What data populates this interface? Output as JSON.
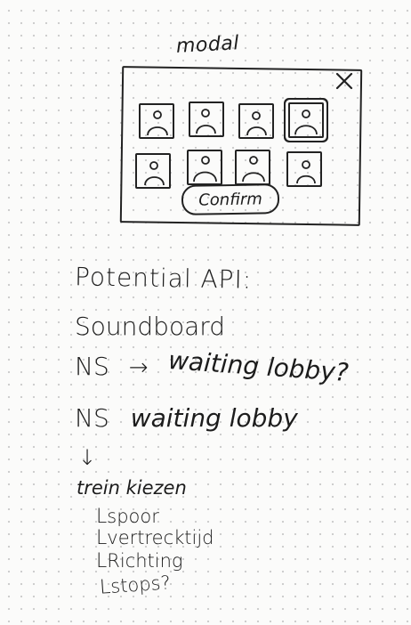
{
  "modal_label": "modal",
  "confirm_label": "Confirm",
  "avatar_grid": {
    "rows": 2,
    "columns": 4,
    "selected_index": 3
  },
  "api": {
    "title": "Potential API:",
    "items": {
      "soundboard": "Soundboard",
      "ns_arrow_source": "NS",
      "ns_arrow_symbol": "→",
      "ns_arrow_target": "waiting lobby?",
      "ns_lobby_source": "NS",
      "ns_lobby_target": "waiting lobby",
      "down_arrow": "↓",
      "trein": "trein kiezen",
      "sub_elbow": "L",
      "sub_items": [
        "spoor",
        "vertrecktijd",
        "Richting",
        "stops?"
      ]
    }
  }
}
